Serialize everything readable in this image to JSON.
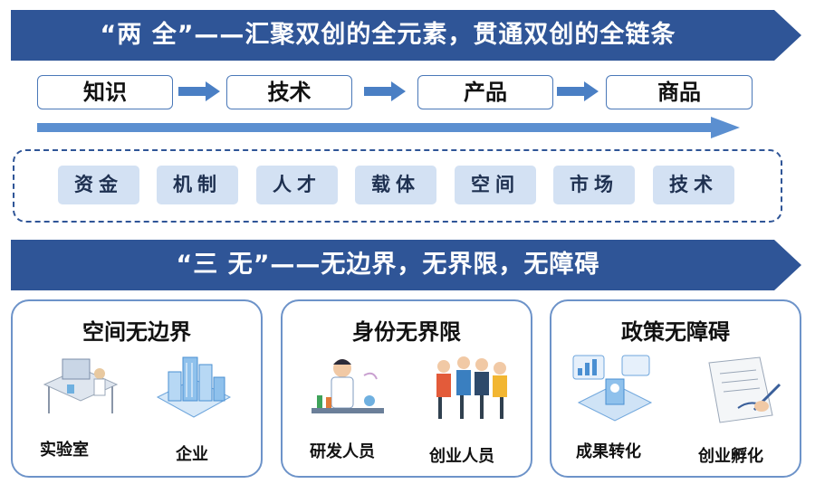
{
  "banner1": {
    "title": "“两 全”——汇聚双创的全元素，贯通双创的全链条"
  },
  "flow": {
    "steps": [
      "知识",
      "技术",
      "产品",
      "商品"
    ]
  },
  "elements": [
    "资金",
    "机制",
    "人才",
    "载体",
    "空间",
    "市场",
    "技术"
  ],
  "banner2": {
    "title": "“三 无”——无边界，无界限，无障碍"
  },
  "panels": [
    {
      "title": "空间无边界",
      "items": [
        "实验室",
        "企业"
      ]
    },
    {
      "title": "身份无界限",
      "items": [
        "研发人员",
        "创业人员"
      ]
    },
    {
      "title": "政策无障碍",
      "items": [
        "成果转化",
        "创业孵化"
      ]
    }
  ],
  "colors": {
    "banner": "#2f5597",
    "arrow": "#5b8fd0",
    "chip": "#d3e1f3",
    "border": "#6d93c9"
  }
}
